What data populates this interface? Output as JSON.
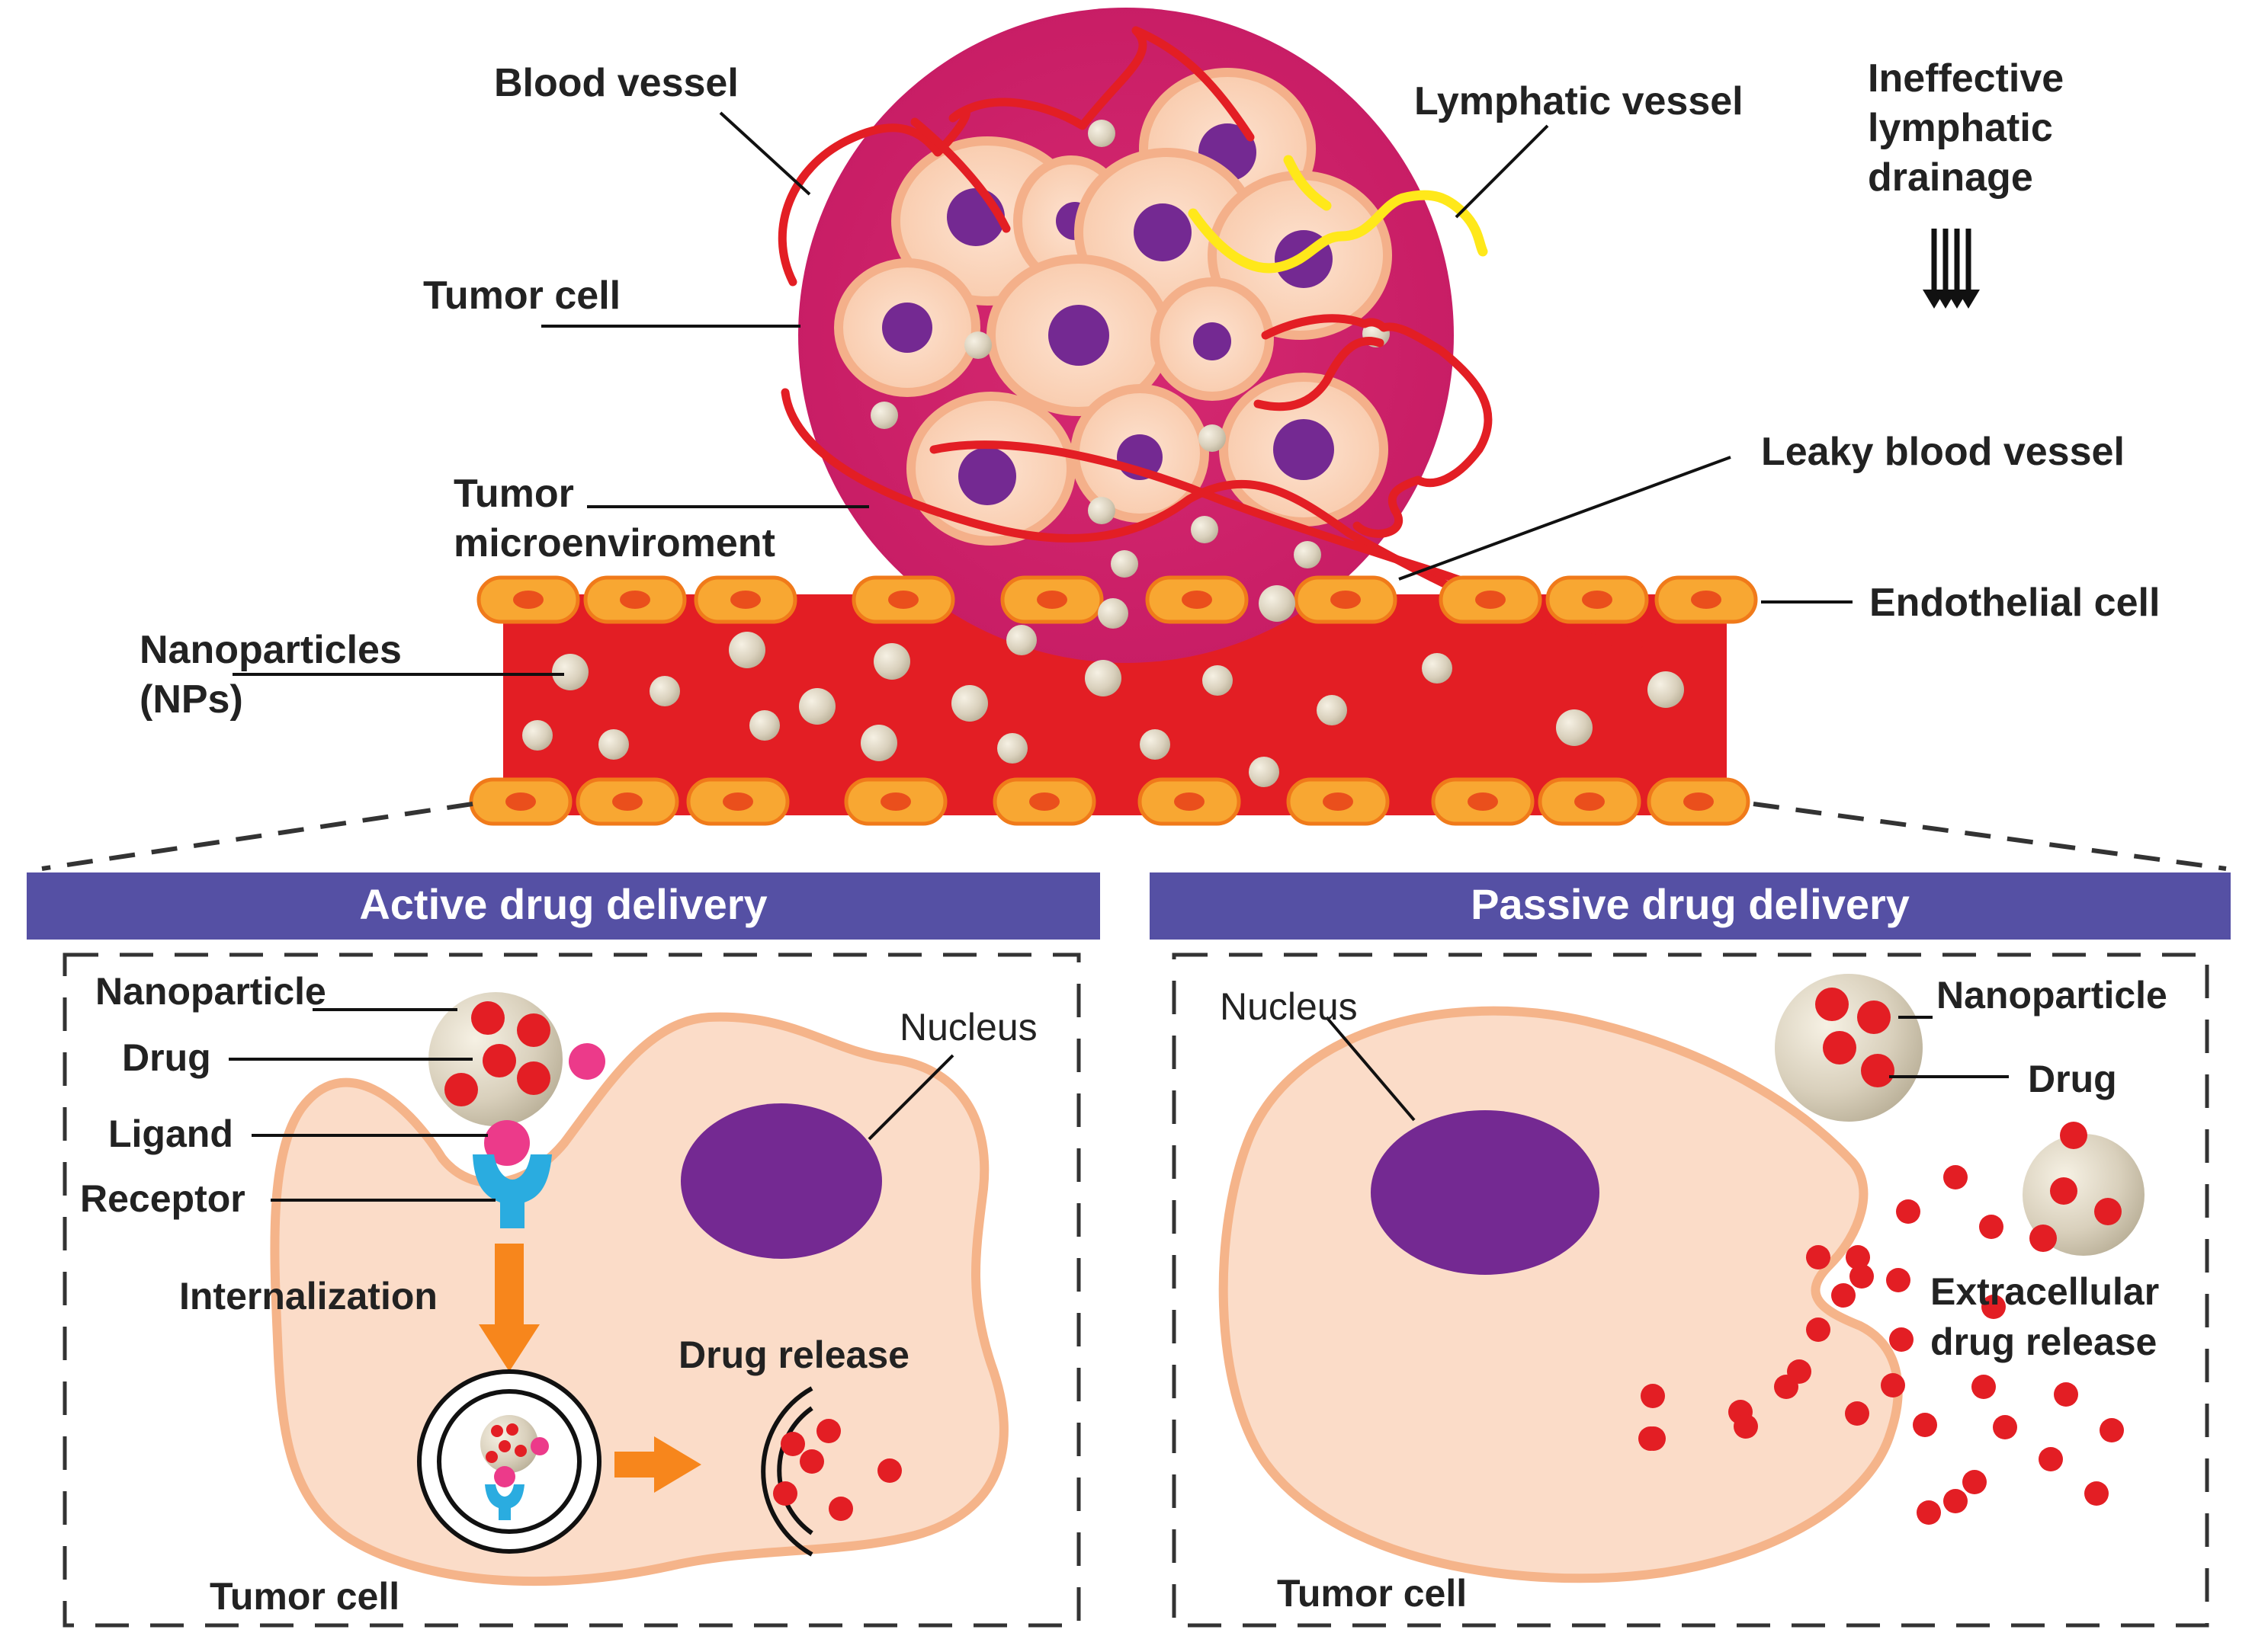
{
  "labels": {
    "blood_vessel": "Blood vessel",
    "lymphatic_vessel": "Lymphatic vessel",
    "ineffective_line1": "Ineffective",
    "ineffective_line2": "lymphatic",
    "ineffective_line3": "drainage",
    "tumor_cell_top": "Tumor cell",
    "leaky_blood_vessel": "Leaky blood vessel",
    "tumor_micro_line1": "Tumor",
    "tumor_micro_line2": "microenviroment",
    "endothelial_cell": "Endothelial cell",
    "nanoparticles_line1": "Nanoparticles",
    "nanoparticles_line2": "(NPs)"
  },
  "active_panel": {
    "title": "Active drug delivery",
    "nanoparticle": "Nanoparticle",
    "drug": "Drug",
    "ligand": "Ligand",
    "receptor": "Receptor",
    "internalization": "Internalization",
    "nucleus": "Nucleus",
    "drug_release": "Drug release",
    "tumor_cell": "Tumor cell"
  },
  "passive_panel": {
    "title": "Passive drug delivery",
    "nucleus": "Nucleus",
    "nanoparticle": "Nanoparticle",
    "drug": "Drug",
    "extracellular_line1": "Extracellular",
    "extracellular_line2": "drug release",
    "tumor_cell": "Tumor cell"
  },
  "colors": {
    "tumor_mass": "#d01f6a",
    "tumor_cell_fill": "#fbd9c3",
    "tumor_cell_border": "#f5b48a",
    "nucleus": "#742992",
    "vessel": "#e31e24",
    "endothelial": "#f8a732",
    "lymphatic": "#ffe81a",
    "nanoparticle": "#cfc6b0",
    "drug": "#e31e24",
    "ligand": "#ec3a8a",
    "receptor": "#2aace0",
    "arrow": "#f7861c",
    "banner": "#5550a4"
  }
}
